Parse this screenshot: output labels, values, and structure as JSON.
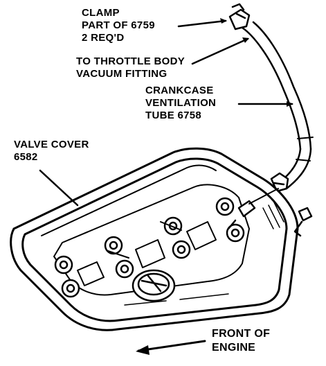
{
  "labels": {
    "clamp": [
      "CLAMP",
      "PART OF 6759",
      "2 REQ'D"
    ],
    "throttle": [
      "TO THROTTLE BODY",
      "VACUUM FITTING"
    ],
    "crankcase": [
      "CRANKCASE",
      "VENTILATION",
      "TUBE 6758"
    ],
    "valve_cover": [
      "VALVE COVER",
      "6582"
    ],
    "front": [
      "FRONT OF",
      "ENGINE"
    ]
  }
}
